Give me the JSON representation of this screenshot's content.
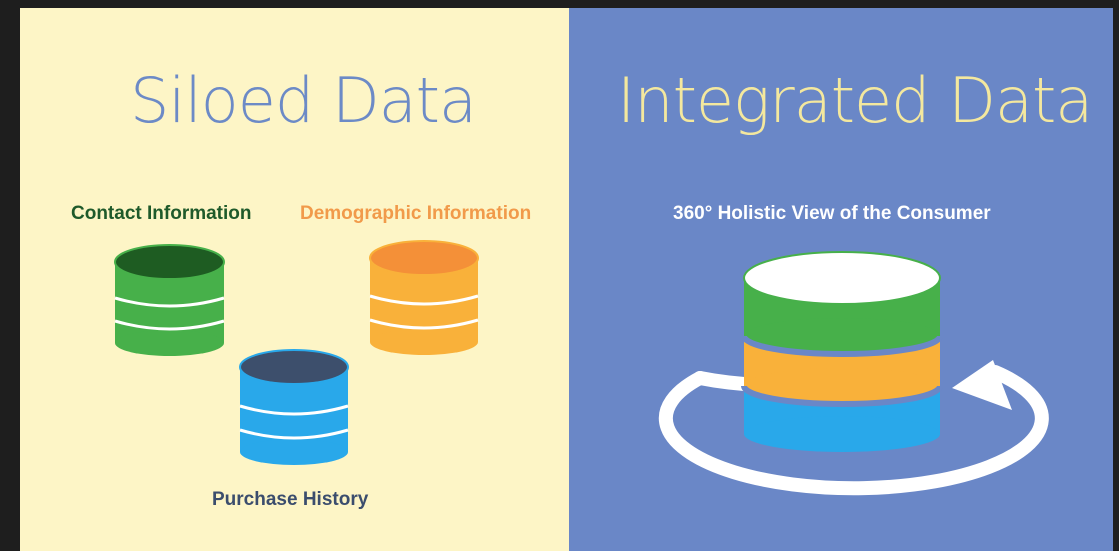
{
  "left_panel": {
    "title": "Siloed Data",
    "labels": {
      "contact": "Contact Information",
      "demographic": "Demographic Information",
      "purchase": "Purchase History"
    }
  },
  "right_panel": {
    "title": "Integrated Data",
    "label": "360° Holistic View of the Consumer"
  },
  "colors": {
    "left_background": "#fdf5c6",
    "right_background": "#6a87c7",
    "green": "#47b04a",
    "green_top": "#1e5c22",
    "orange": "#f9b13a",
    "orange_top": "#f49038",
    "blue": "#29a8ea",
    "blue_top": "#3d4f6c",
    "white": "#ffffff"
  },
  "icons": [
    "database-icon-green",
    "database-icon-orange",
    "database-icon-blue",
    "integrated-database-icon",
    "circular-arrow-icon"
  ]
}
